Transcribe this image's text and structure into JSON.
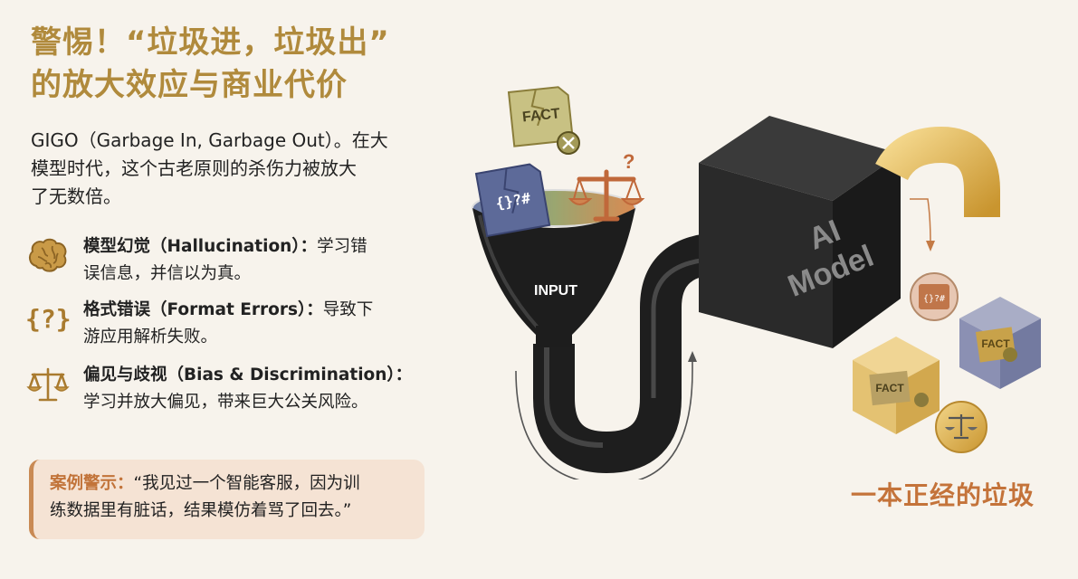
{
  "title": {
    "line1": "警惕！“垃圾进，垃圾出”",
    "line2": "的放大效应与商业代价"
  },
  "intro": {
    "line1": "GIGO（Garbage In, Garbage Out）。在大",
    "line2": "模型时代，这个古老原则的杀伤力被放大",
    "line3": "了无数倍。"
  },
  "items": [
    {
      "icon": "brain-icon",
      "label": "模型幻觉（Hallucination）：",
      "line1_rest": "学习错",
      "line2": "误信息，并信以为真。"
    },
    {
      "icon": "braces-question-icon",
      "icon_text": "{?}",
      "label": "格式错误（Format Errors）：",
      "line1_rest": "导致下",
      "line2": "游应用解析失败。"
    },
    {
      "icon": "scales-icon",
      "label": "偏见与歧视（Bias & Discrimination）：",
      "line1_rest": "",
      "line2": "学习并放大偏见，带来巨大公关风险。"
    }
  ],
  "case": {
    "label": "案例警示：",
    "line1": "“我见过一个智能客服，因为训",
    "line2": "练数据里有脏话，结果模仿着骂了回去。”"
  },
  "diagram": {
    "funnel_label": "INPUT",
    "fact_label": "FACT",
    "code_label": "{}?#",
    "question_mark": "?",
    "model_line1": "AI",
    "model_line2": "Model",
    "output_fact_label_1": "FACT",
    "output_fact_label_2": "FACT",
    "output_code_label": "{}?#"
  },
  "tagline": "一本正经的垃圾",
  "colors": {
    "title": "#b08a3c",
    "accent_orange": "#c4733a",
    "case_bg": "#f5e3d4",
    "gold": "#d9b45a",
    "box": "#2a2a2a"
  }
}
